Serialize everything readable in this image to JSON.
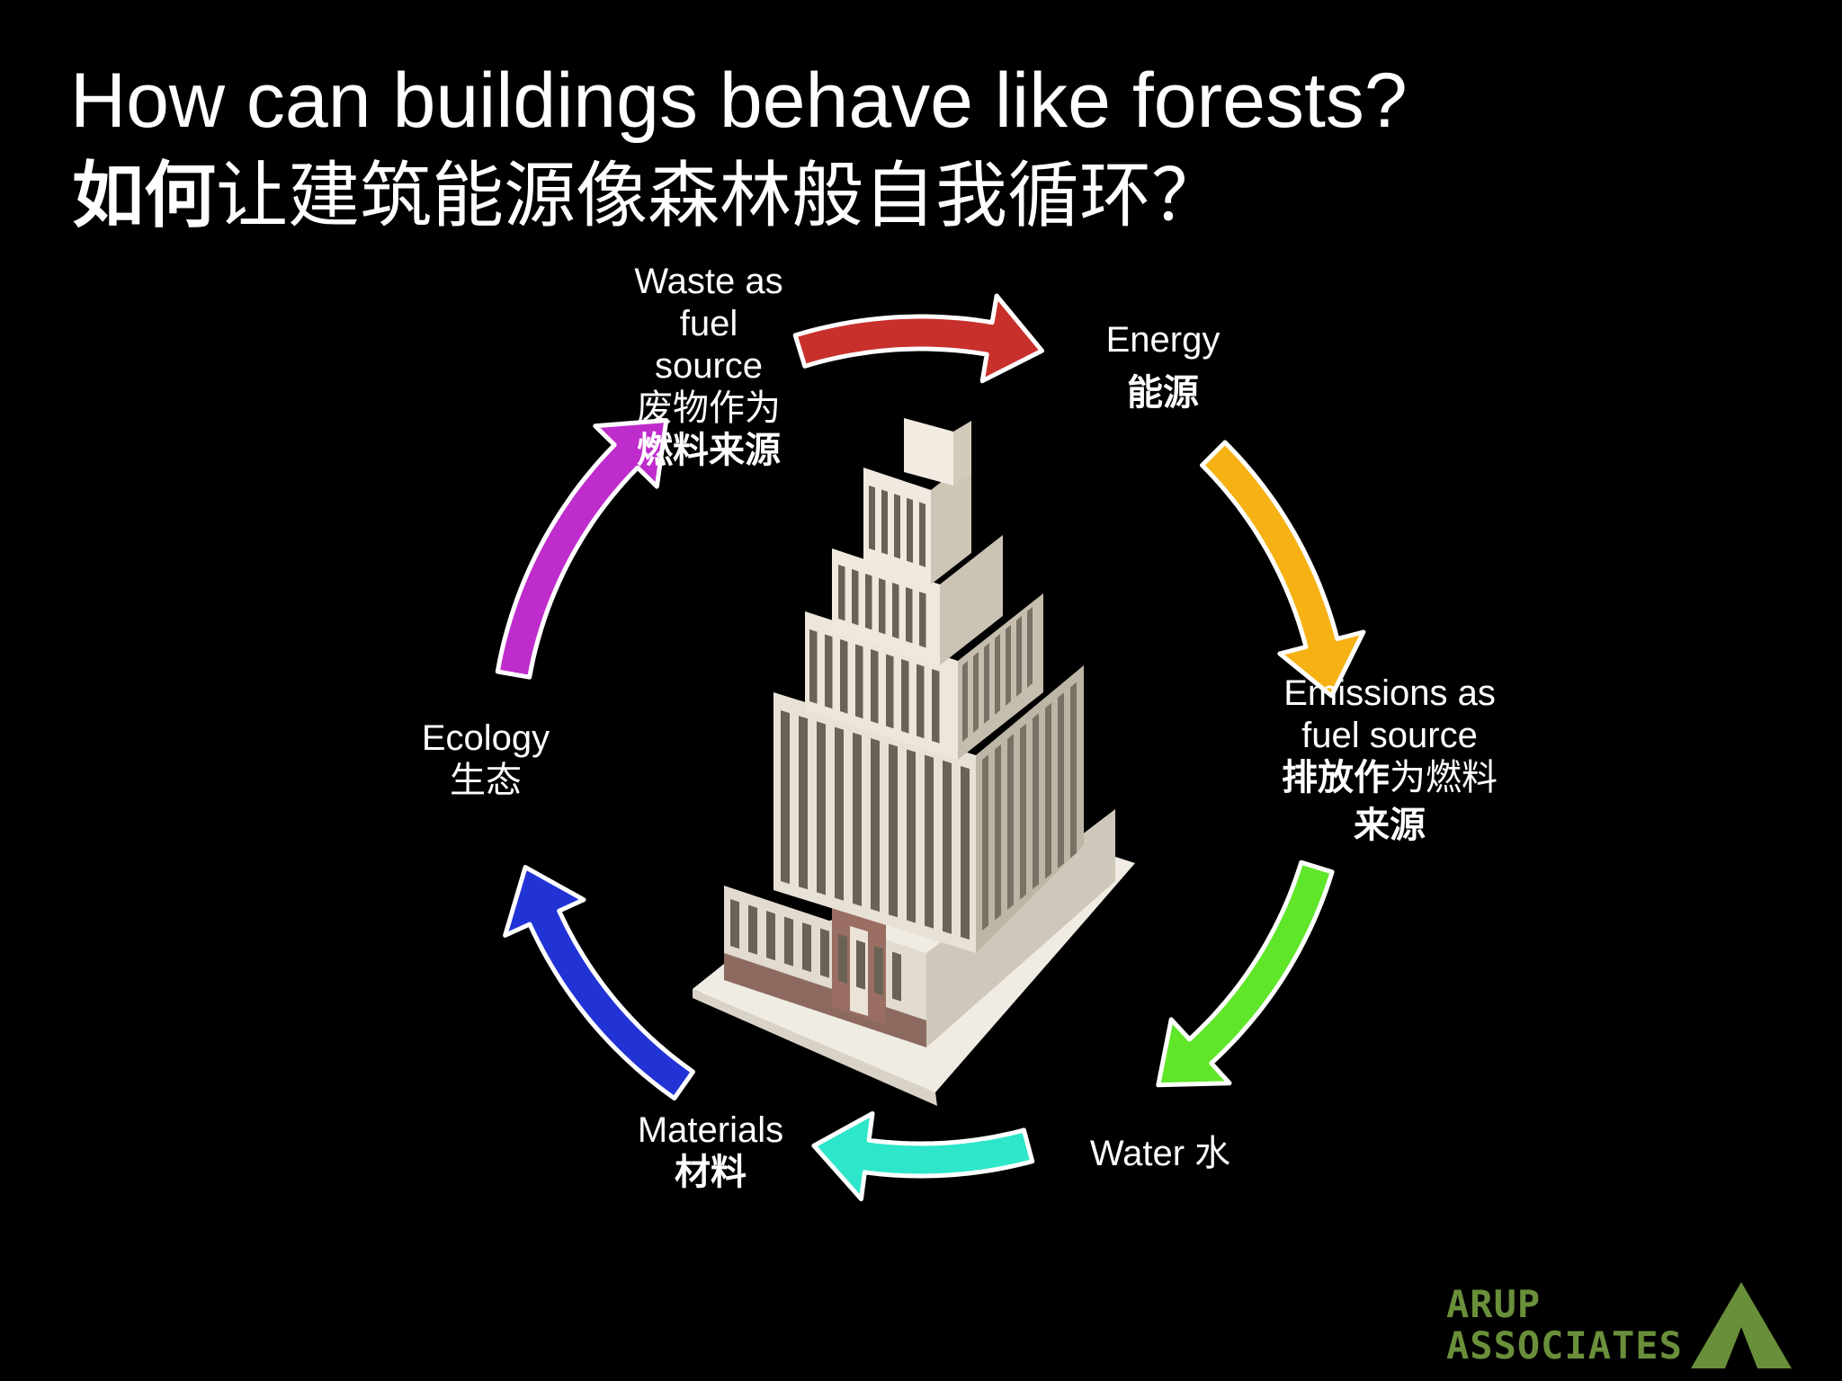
{
  "title": {
    "en": "How can buildings behave like forests?",
    "zh_bold": "如何",
    "zh_rest": "让建筑能源像森林般自我循环？"
  },
  "cycle": [
    {
      "id": "waste",
      "en": "Waste as fuel source",
      "zh": "废物作为燃料来源"
    },
    {
      "id": "energy",
      "en": "Energy",
      "zh": "能源"
    },
    {
      "id": "emissions",
      "en": "Emissions as fuel source",
      "zh": "排放作为燃料来源"
    },
    {
      "id": "water",
      "en": "Water",
      "zh": "水"
    },
    {
      "id": "materials",
      "en": "Materials",
      "zh": "材料"
    },
    {
      "id": "ecology",
      "en": "Ecology",
      "zh": "生态"
    }
  ],
  "labels": {
    "waste_l1": "Waste as",
    "waste_l2": "fuel",
    "waste_l3": "source",
    "waste_zh1": "废物作为",
    "waste_zh2": "燃料来源",
    "energy_en": "Energy",
    "energy_zh": "能源",
    "emissions_l1": "Emissions as",
    "emissions_l2": "fuel source",
    "emissions_zh1a": "排放作",
    "emissions_zh1b": "为燃料",
    "emissions_zh2": "来源",
    "water": "Water 水",
    "materials_en": "Materials",
    "materials_zh": "材料",
    "ecology_en": "Ecology",
    "ecology_zh": "生态"
  },
  "arrow_colors": {
    "waste_to_energy": "#c8302c",
    "energy_to_emissions": "#f6b214",
    "emissions_to_water": "#5fe629",
    "water_to_materials": "#2ee6c9",
    "materials_to_ecology": "#2233d6",
    "ecology_to_waste": "#bf2ccc"
  },
  "logo": {
    "line1": "ARUP",
    "line2": "ASSOCIATES",
    "color": "#6a8f3a"
  }
}
